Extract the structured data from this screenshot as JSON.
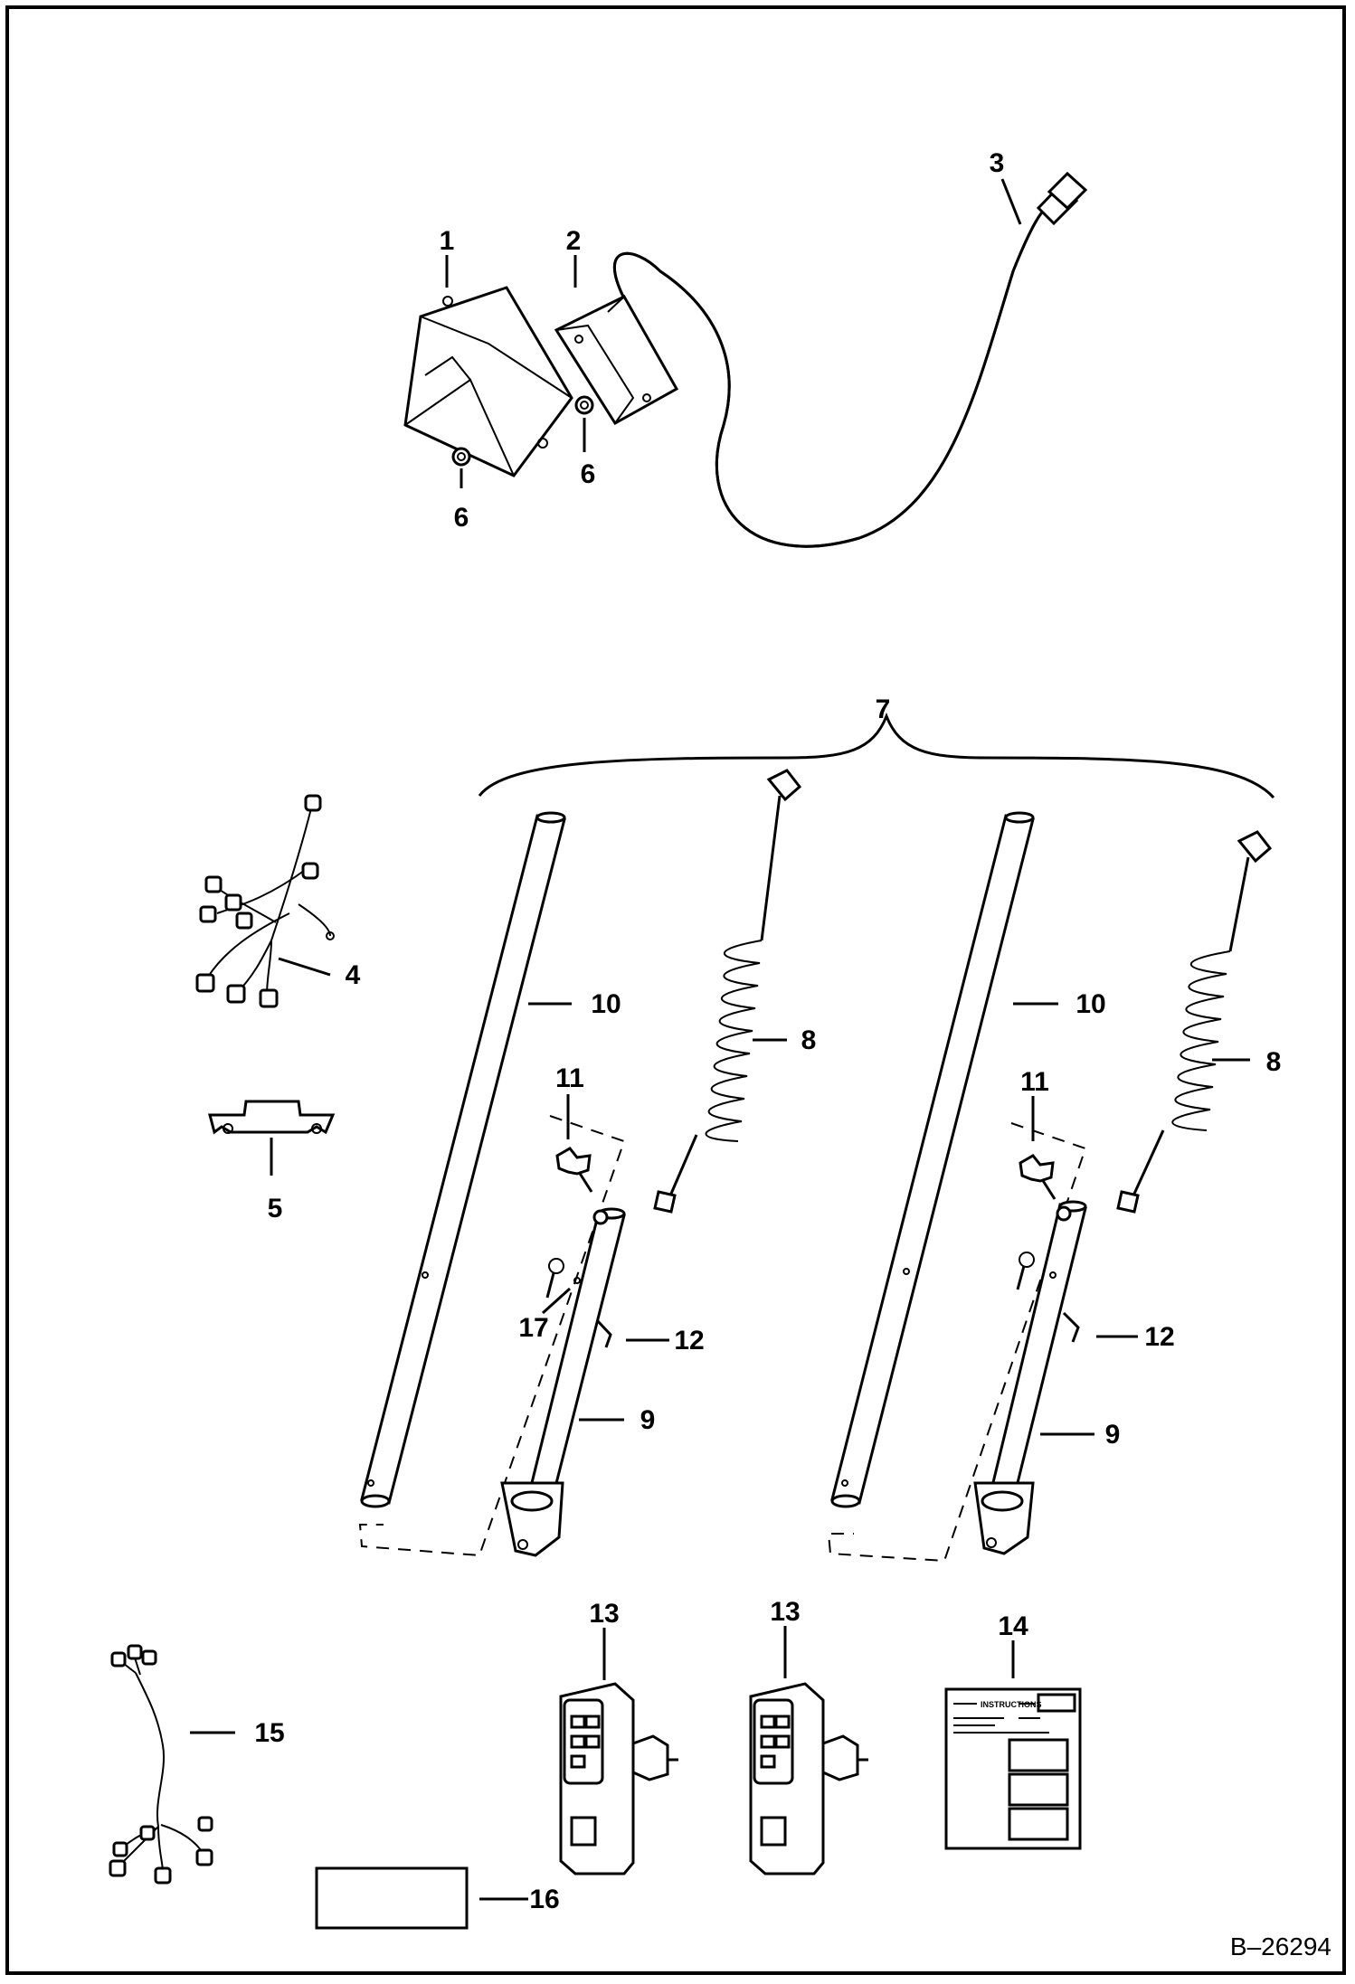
{
  "document_number": "B–26294",
  "callouts": [
    "1",
    "2",
    "3",
    "4",
    "5",
    "6",
    "7",
    "8",
    "9",
    "10",
    "11",
    "12",
    "13",
    "14",
    "15",
    "16",
    "17"
  ],
  "instruction_sheet": {
    "title": "INSTRUCTIONS"
  }
}
